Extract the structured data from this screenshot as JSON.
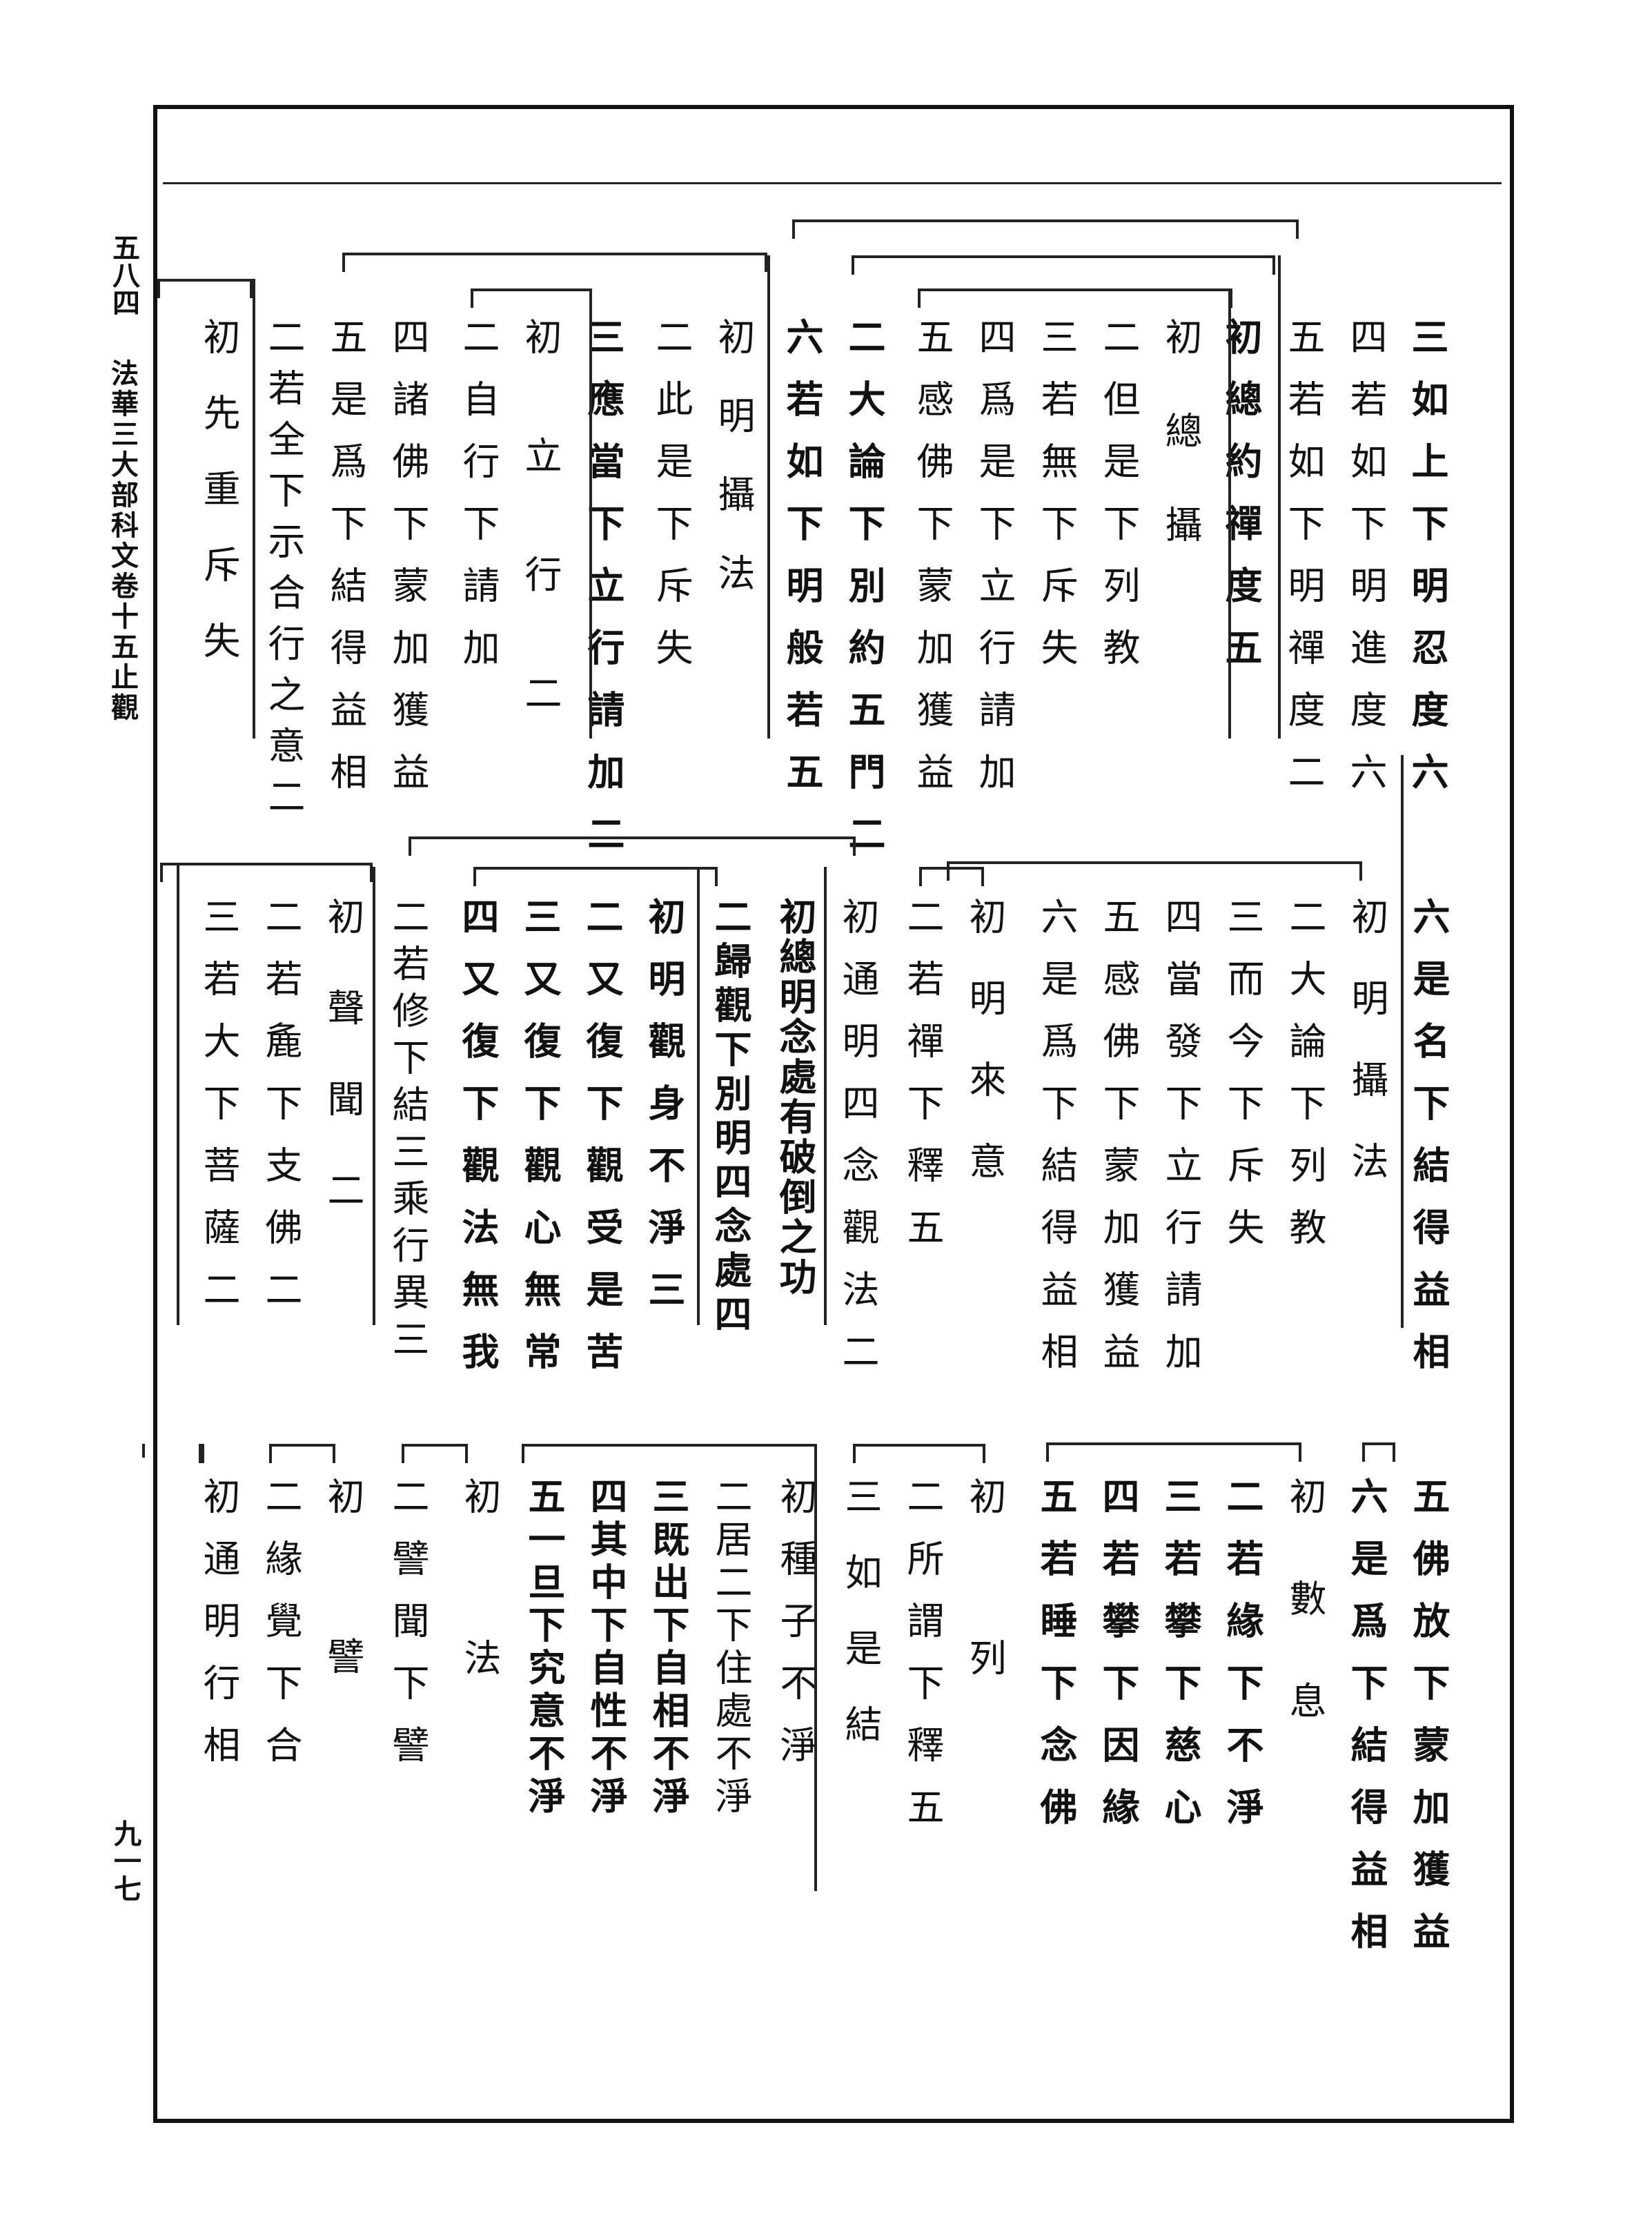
{
  "margin": {
    "page_left": "五八四",
    "book_title": "法華三大部科文卷十五止觀",
    "page_right": "九一七"
  },
  "row1": [
    "三如上下明忍度六",
    "四若如下明進度六",
    "五若如下明禪度二",
    "初總約禪度五",
    "初總攝",
    "二但是下列教",
    "三若無下斥失",
    "四爲是下立行請加",
    "五感佛下蒙加獲益",
    "二大論下別約五門二",
    "六若如下明般若五",
    "初明攝法",
    "二此是下斥失",
    "三應當下立行請加二",
    "初立行二",
    "二自行下請加",
    "四諸佛下蒙加獲益",
    "五是爲下結得益相",
    "二若全下示合行之意二",
    "初先重斥失"
  ],
  "row2": [
    "六是名下結得益相",
    "初明攝法",
    "二大論下列教",
    "三而今下斥失",
    "四當發下立行請加",
    "五感佛下蒙加獲益",
    "六是爲下結得益相",
    "初明來意",
    "二若禪下釋五",
    "初通明四念觀法二",
    "初總明念處有破倒之功",
    "二歸觀下別明四念處四",
    "初明觀身不淨三",
    "二又復下觀受是苦",
    "三又復下觀心無常",
    "四又復下觀法無我",
    "二若修下結三乘行異三",
    "初聲聞二",
    "二若麁下支佛二",
    "三若大下菩薩二"
  ],
  "row3": [
    "五佛放下蒙加獲益",
    "六是爲下結得益相",
    "初數息",
    "二若緣下不淨",
    "三若攀下慈心",
    "四若攀下因緣",
    "五若睡下念佛",
    "初列",
    "二所謂下釋五",
    "三如是結",
    "初種子不淨",
    "二居二下住處不淨",
    "三既出下自相不淨",
    "四其中下自性不淨",
    "五一旦下究意不淨",
    "初法",
    "二譬聞下譬",
    "初譬",
    "二緣覺下合",
    "初通明行相"
  ]
}
